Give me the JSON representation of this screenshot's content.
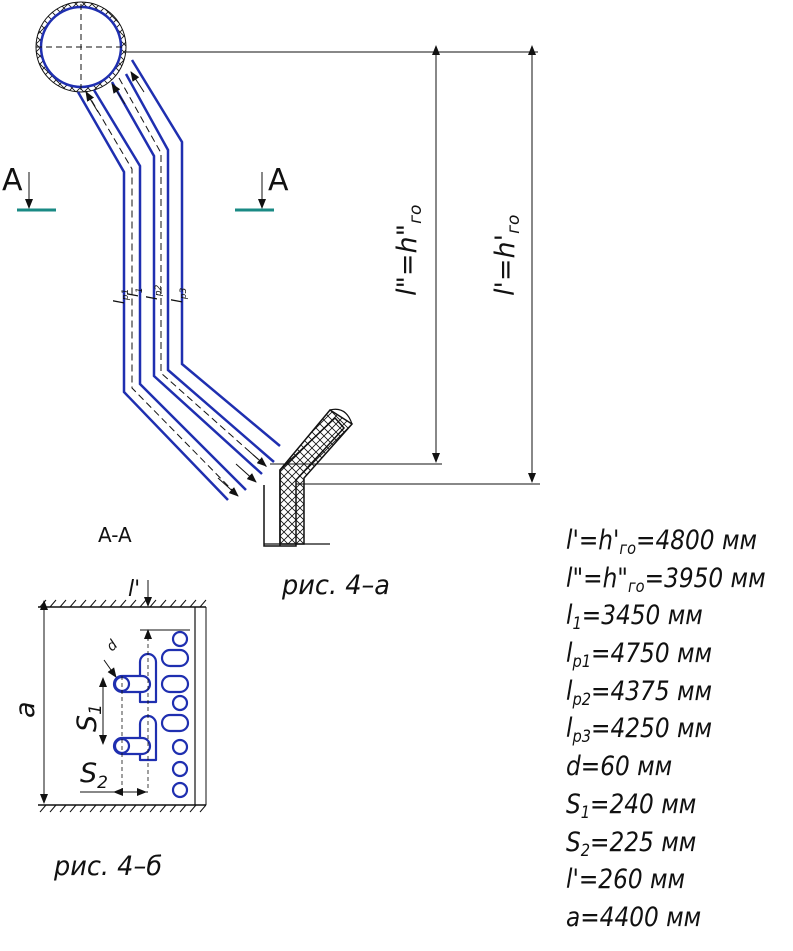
{
  "section_marks": {
    "left": "A",
    "right": "A"
  },
  "section_title": "A-A",
  "captions": {
    "fig_a": "рис. 4–а",
    "fig_b": "рис. 4–б"
  },
  "tube_labels": {
    "lp1": "l",
    "lp1_sub": "p1",
    "l1": "l",
    "l1_sub": "1",
    "lp2": "l",
    "lp2_sub": "p2",
    "lp3": "l",
    "lp3_sub": "p3"
  },
  "dims_a": {
    "inner": "l\"=h\"",
    "inner_sub": "го",
    "outer": "l'=h'",
    "outer_sub": "го"
  },
  "dims_b": {
    "l_prime": "l'",
    "d": "d",
    "a": "a",
    "s1": "S",
    "s1_sub": "1",
    "s2": "S",
    "s2_sub": "2"
  },
  "parameters": [
    {
      "pre": "l'=h'",
      "sub": "го",
      "post": "=4800 мм"
    },
    {
      "pre": "l\"=h\"",
      "sub": "го",
      "post": "=3950 мм"
    },
    {
      "pre": "l",
      "sub": "1",
      "post": "=3450 мм"
    },
    {
      "pre": "l",
      "sub": "p1",
      "post": "=4750 мм"
    },
    {
      "pre": "l",
      "sub": "p2",
      "post": "=4375 мм"
    },
    {
      "pre": "l",
      "sub": "p3",
      "post": "=4250 мм"
    },
    {
      "pre": "d=60 мм",
      "sub": "",
      "post": ""
    },
    {
      "pre": "S",
      "sub": "1",
      "post": "=240 мм"
    },
    {
      "pre": "S",
      "sub": "2",
      "post": "=225 мм"
    },
    {
      "pre": "l'=260 мм",
      "sub": "",
      "post": ""
    },
    {
      "pre": "a=4400 мм",
      "sub": "",
      "post": ""
    }
  ],
  "colors": {
    "tube": "#1f2fb0",
    "line": "#111111",
    "section_mark": "#1a8a84"
  }
}
